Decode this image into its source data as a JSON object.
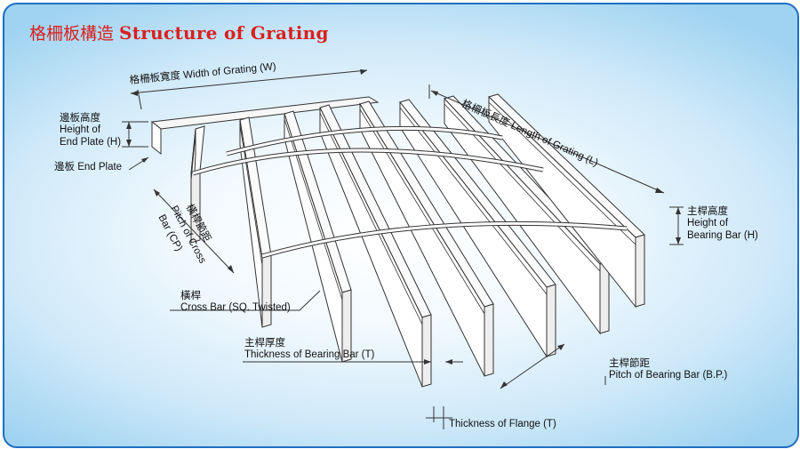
{
  "title": {
    "zh": "格柵板構造",
    "en": "Structure of Grating"
  },
  "labels": {
    "width": {
      "zh": "格柵板寬度",
      "en": "Width of Grating (W)"
    },
    "length": {
      "zh": "格柵板長度",
      "en": "Length of Grating (L)"
    },
    "end_plate_height": {
      "zh": "邊板高度",
      "en1": "Height of",
      "en2": "End Plate (H)"
    },
    "end_plate": {
      "zh": "邊板",
      "en": "End Plate"
    },
    "cross_pitch": {
      "zh": "橫桿節距",
      "en1": "Pitch of Cross",
      "en2": "Bar (CP)"
    },
    "bearing_height": {
      "zh": "主桿高度",
      "en1": "Height of",
      "en2": "Bearing Bar (H)"
    },
    "cross_bar": {
      "zh": "橫桿",
      "en": "Cross Bar (SQ. Twisted)"
    },
    "bearing_thickness": {
      "zh": "主桿厚度",
      "en": "Thickness of Bearing Bar (T)"
    },
    "bearing_pitch": {
      "zh": "主桿節距",
      "en": "Pitch of Bearing Bar (B.P.)"
    },
    "flange_thickness": {
      "en": "Thickness of Flange (T)"
    }
  },
  "colors": {
    "title": "#d9201f",
    "border": "#1f6fc1",
    "outline": "#333333"
  }
}
